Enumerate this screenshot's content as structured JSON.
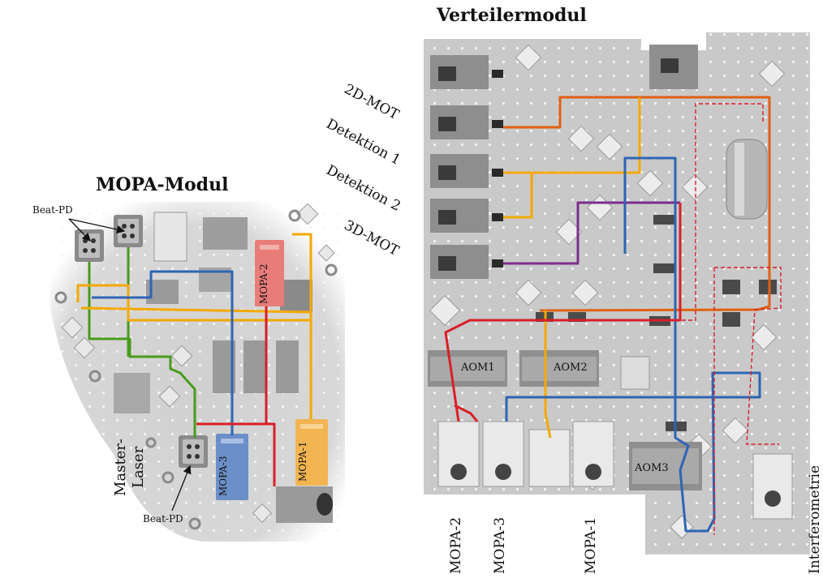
{
  "left_module": {
    "title": "MOPA-Modul",
    "beat_pd_top": "Beat-PD",
    "beat_pd_bottom": "Beat-PD",
    "master_laser_line1": "Master-",
    "master_laser_line2": "Laser",
    "mopa2": "MOPA-2",
    "mopa3": "MOPA-3",
    "mopa1": "MOPA-1"
  },
  "right_module": {
    "title": "Verteilermodul",
    "ports": [
      "2D-MOT",
      "Detektion 1",
      "Detektion 2",
      "3D-MOT"
    ],
    "aom1": "AOM1",
    "aom2": "AOM2",
    "aom3": "AOM3",
    "interferometrie": "Interferometrie",
    "bottom_labels": [
      "MOPA-2",
      "MOPA-3",
      "MOPA-1"
    ]
  },
  "colors": {
    "plate": "#c9c9c9",
    "orange_beam": "#f2a900",
    "blue_beam": "#2f64b4",
    "red_beam": "#d81f2a",
    "green_beam": "#4a9a1c",
    "purple_beam": "#7a2e8a",
    "dark_orange_beam": "#e06010",
    "mopa_red_chip": "#e87c78",
    "mopa_blue_chip": "#6b8fc8",
    "mopa_orange_chip": "#f2b552"
  }
}
